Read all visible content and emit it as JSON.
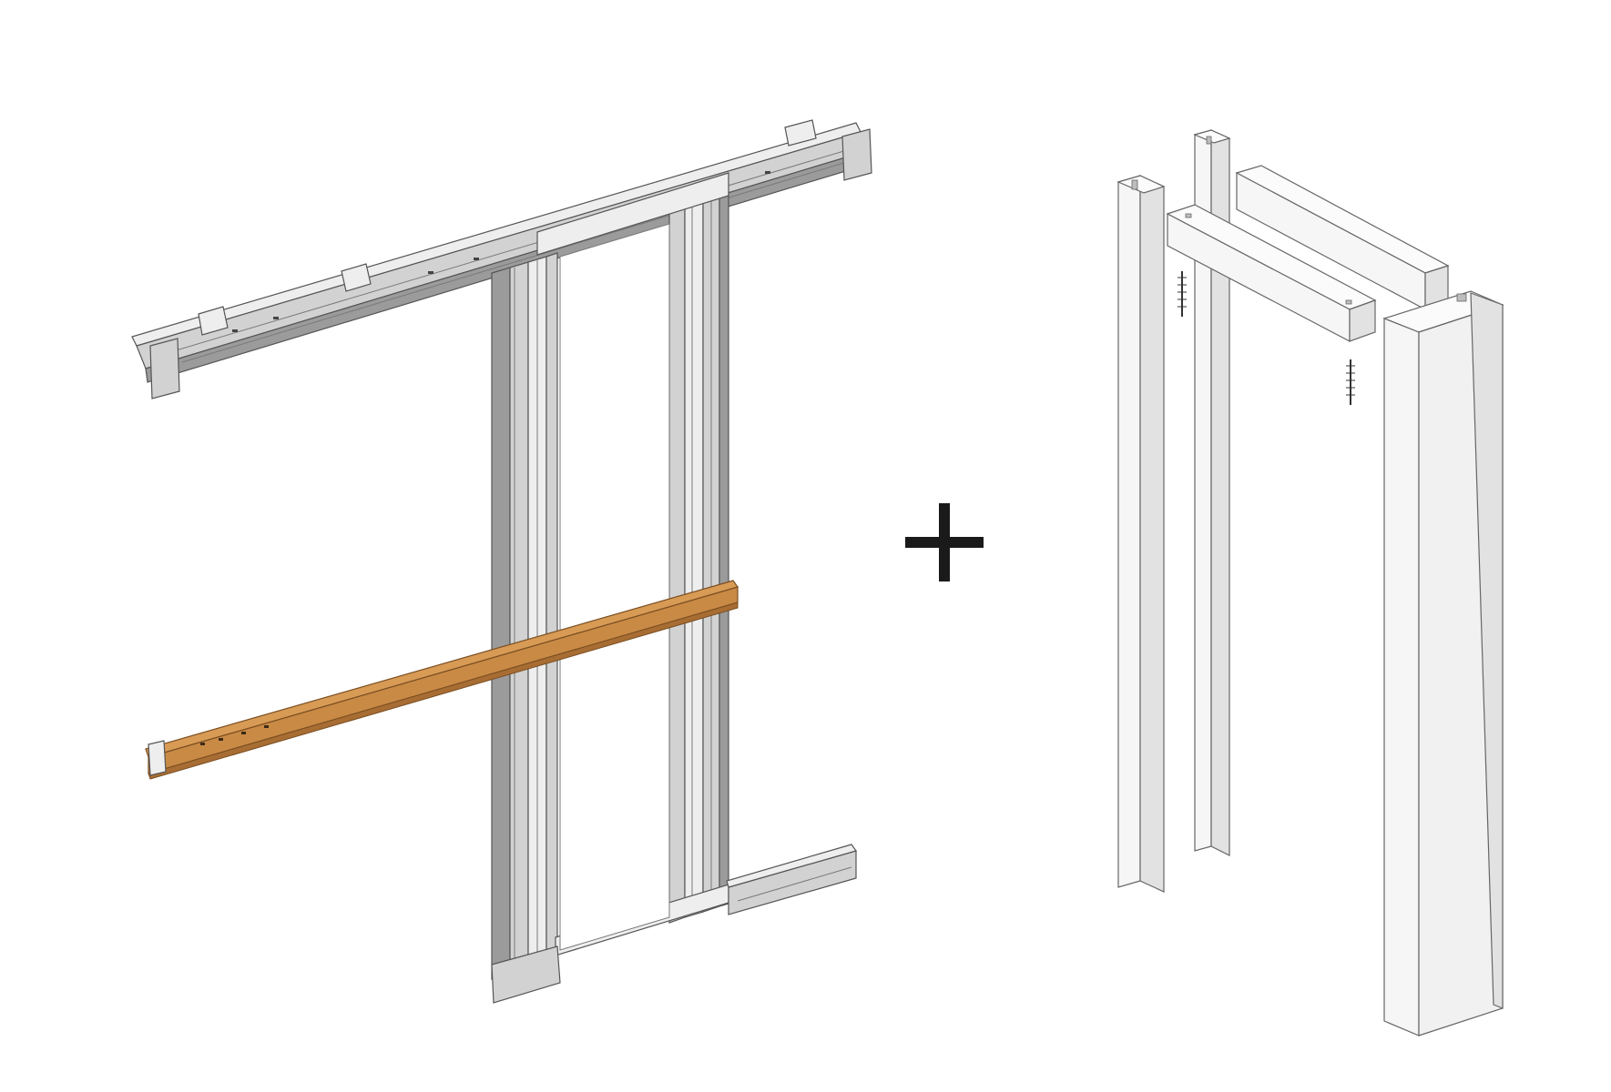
{
  "diagram": {
    "components": [
      {
        "name": "pocket-door-frame-kit",
        "icon": "sliding-door-frame-illustration"
      },
      {
        "name": "door-jamb-kit",
        "icon": "door-jamb-illustration"
      }
    ],
    "operator_symbol": "+",
    "colors": {
      "metal_light": "#eeeeee",
      "metal_mid": "#d2d2d2",
      "metal_dark": "#9b9b9b",
      "outline": "#555555",
      "wood": "#c98a45",
      "wood_dark": "#a86d33",
      "jamb_white": "#f6f6f6",
      "jamb_shade": "#e2e2e2"
    }
  }
}
